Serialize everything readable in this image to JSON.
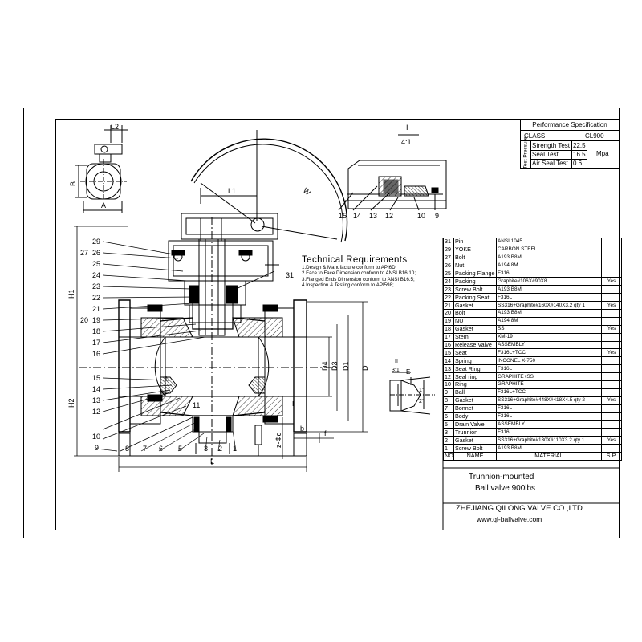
{
  "spec": {
    "title": "Performance Specification",
    "class_label": "CLASS",
    "class_value": "CL900",
    "test_pressure_label": "Test Pressure",
    "rows": [
      {
        "label": "Strength Test",
        "value": "22.5"
      },
      {
        "label": "Seal Test",
        "value": "16.5"
      },
      {
        "label": "Air Seal Test",
        "value": "0.6"
      }
    ],
    "unit": "Mpa"
  },
  "detail_one": {
    "numeral": "I",
    "scale": "4:1"
  },
  "detail_two": {
    "numeral": "II",
    "scale": "3:1"
  },
  "tech": {
    "heading": "Technical Requirements",
    "lines": [
      "1.Design & Manufacture conform to API6D;",
      "2.Face to Face Dimension conform to ANSI B16.10;",
      "3.Flanged Ends Dimension conform to ANSI B16.5;",
      "4.Inspection & Testing conform to API598;"
    ]
  },
  "parts": [
    {
      "no": "31",
      "name": "Pin",
      "material": "ANSI 1045",
      "sp": ""
    },
    {
      "no": "29",
      "name": "YOKE",
      "material": "CARBON STEEL",
      "sp": ""
    },
    {
      "no": "27",
      "name": "Bolt",
      "material": "A193 B8M",
      "sp": ""
    },
    {
      "no": "26",
      "name": "Nut",
      "material": "A194 8M",
      "sp": ""
    },
    {
      "no": "25",
      "name": "Packing Flange",
      "material": "F316L",
      "sp": ""
    },
    {
      "no": "24",
      "name": "Packing",
      "material": "Graphite#106X#90X8",
      "sp": "Yes"
    },
    {
      "no": "23",
      "name": "Screw Bolt",
      "material": "A193 B8M",
      "sp": ""
    },
    {
      "no": "22",
      "name": "Packing Seat",
      "material": "F316L",
      "sp": ""
    },
    {
      "no": "21",
      "name": "Gasket",
      "material": "SS316+Graphite#160X#140X3.2 qty 1",
      "sp": "Yes"
    },
    {
      "no": "20",
      "name": "Bolt",
      "material": "A193 B8M",
      "sp": ""
    },
    {
      "no": "19",
      "name": "NUT",
      "material": "A194 8M",
      "sp": ""
    },
    {
      "no": "18",
      "name": "Gasket",
      "material": "SS",
      "sp": "Yes"
    },
    {
      "no": "17",
      "name": "Stem",
      "material": "XM-19",
      "sp": ""
    },
    {
      "no": "16",
      "name": "Release Valve",
      "material": "ASSEMBLY",
      "sp": ""
    },
    {
      "no": "15",
      "name": "Seat",
      "material": "F316L+TCC",
      "sp": "Yes"
    },
    {
      "no": "14",
      "name": "Spring",
      "material": "INCONEL X-750",
      "sp": ""
    },
    {
      "no": "13",
      "name": "Seat Ring",
      "material": "F316L",
      "sp": ""
    },
    {
      "no": "12",
      "name": "Seal ring",
      "material": "GRAPHITE+SS",
      "sp": ""
    },
    {
      "no": "10",
      "name": "Ring",
      "material": "GRAPHITE",
      "sp": ""
    },
    {
      "no": "9",
      "name": "Ball",
      "material": "F316L+TCC",
      "sp": ""
    },
    {
      "no": "8",
      "name": "Gasket",
      "material": "SS316+Graphite#448X#418X4.5 qty 2",
      "sp": "Yes"
    },
    {
      "no": "7",
      "name": "Bonnet",
      "material": "F316L",
      "sp": ""
    },
    {
      "no": "6",
      "name": "Body",
      "material": "F316L",
      "sp": ""
    },
    {
      "no": "5",
      "name": "Drain Valve",
      "material": "ASSEMBLY",
      "sp": ""
    },
    {
      "no": "3",
      "name": "Trunnion",
      "material": "F316L",
      "sp": ""
    },
    {
      "no": "2",
      "name": "Gasket",
      "material": "SS316+Graphite#130X#110X3.2 qty 1",
      "sp": "Yes"
    },
    {
      "no": "1",
      "name": "Screw Bolt",
      "material": "A193 B8M",
      "sp": ""
    }
  ],
  "parts_header": {
    "no": "NO.",
    "name": "NAME",
    "material": "MATERIAL",
    "sp": "S.P."
  },
  "title_block": {
    "line1": "Trunnion-mounted",
    "line2": "Ball valve 900lbs",
    "company": "ZHEJIANG QILONG VALVE CO.,LTD",
    "website": "www.ql-ballvalve.com"
  },
  "callouts": {
    "left": [
      "29",
      "27",
      "26",
      "25",
      "24",
      "23",
      "22",
      "21",
      "20",
      "19",
      "18",
      "17",
      "16",
      "15",
      "14",
      "13",
      "12",
      "11",
      "10",
      "9",
      "8",
      "7",
      "6",
      "5",
      "3",
      "2",
      "1",
      "31"
    ],
    "detail1": [
      "15",
      "14",
      "13",
      "12",
      "10",
      "9"
    ]
  },
  "dims": {
    "L2": "L2",
    "B": "B",
    "A": "A",
    "L1": "L1",
    "W": "W",
    "H1": "H1",
    "H2": "H2",
    "D4": "D4",
    "D3": "D3",
    "D1": "D1",
    "D": "D",
    "L": "L",
    "b": "b",
    "f": "f",
    "zd": "z-Φd",
    "I": "I",
    "II": "II",
    "E": "E",
    "angle1": "1°",
    "angle2": "2°"
  }
}
